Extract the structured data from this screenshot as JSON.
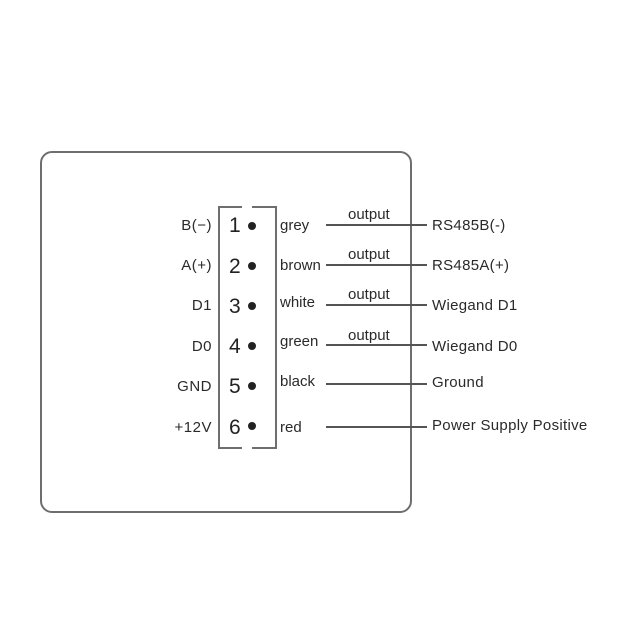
{
  "diagram": {
    "title": "",
    "pins": [
      {
        "signal": "B(−)",
        "number": "1",
        "wire": "grey",
        "output_label": "output",
        "function": "RS485B(-)"
      },
      {
        "signal": "A(+)",
        "number": "2",
        "wire": "brown",
        "output_label": "output",
        "function": "RS485A(+)"
      },
      {
        "signal": "D1",
        "number": "3",
        "wire": "white",
        "output_label": "output",
        "function": "Wiegand D1"
      },
      {
        "signal": "D0",
        "number": "4",
        "wire": "green",
        "output_label": "output",
        "function": "Wiegand D0"
      },
      {
        "signal": "GND",
        "number": "5",
        "wire": "black",
        "output_label": "",
        "function": "Ground"
      },
      {
        "signal": "+12V",
        "number": "6",
        "wire": "red",
        "output_label": "",
        "function": "Power Supply Positive"
      }
    ]
  },
  "colors": {
    "outline": "#6e6e6e",
    "text": "#2a2a2a",
    "line": "#555555"
  }
}
